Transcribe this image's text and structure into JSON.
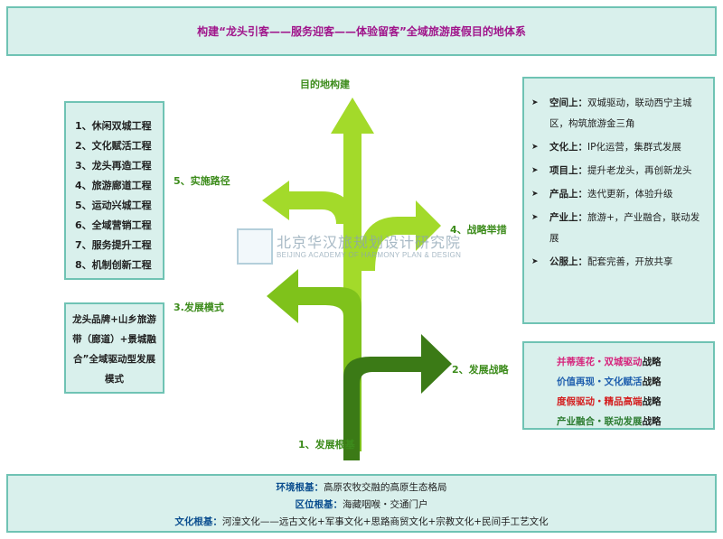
{
  "title": "构建“龙头引客——服务迎客——体验留客”全域旅游度假目的地体系",
  "projects": [
    "1、休闲双城工程",
    "2、文化赋活工程",
    "3、龙头再造工程",
    "4、旅游廊道工程",
    "5、运动兴城工程",
    "6、全域营销工程",
    "7、服务提升工程",
    "8、机制创新工程"
  ],
  "development_mode": "龙头品牌+山乡旅游带（廊道）+景城融合”全域驱动型发展模式",
  "measures": [
    {
      "label": "空间上：",
      "text": "双城驱动，联动西宁主城区，构筑旅游金三角"
    },
    {
      "label": "文化上：",
      "text": "IP化运营，集群式发展"
    },
    {
      "label": "项目上：",
      "text": "提升老龙头，再创新龙头"
    },
    {
      "label": "产品上：",
      "text": "迭代更新，体验升级"
    },
    {
      "label": "产业上：",
      "text": "旅游+，产业融合，联动发展"
    },
    {
      "label": "公服上：",
      "text": "配套完善，开放共享"
    }
  ],
  "strategies": [
    {
      "highlight": "并蒂莲花・双城驱动",
      "suffix": "战略",
      "color": "#d6267d"
    },
    {
      "highlight": "价值再现・文化赋活",
      "suffix": "战略",
      "color": "#1f5fae"
    },
    {
      "highlight": "度假驱动・精品高端",
      "suffix": "战略",
      "color": "#d42020"
    },
    {
      "highlight": "产业融合・联动发展",
      "suffix": "战略",
      "color": "#2e7d32"
    }
  ],
  "foundations": [
    {
      "label": "环境根基：",
      "text": "高原农牧交融的高原生态格局"
    },
    {
      "label": "区位根基：",
      "text": "海藏咽喉・交通门户"
    },
    {
      "label": "文化根基：",
      "text": "河湟文化——远古文化+军事文化+思路商贸文化+宗教文化+民间手工艺文化"
    }
  ],
  "captions": {
    "destination": "目的地构建",
    "path": "5、实施路径",
    "measures": "4、战略举措",
    "mode": "3.发展模式",
    "strategy": "2、发展战略",
    "foundation": "1、发展根基"
  },
  "watermark": {
    "cn": "北京华汉旅规划设计研究院",
    "en": "BEIJING ACADEMY OF HARMONY PLAN & DESIGN"
  },
  "colors": {
    "panel_fill": "#d9f0ec",
    "panel_border": "#6fc3b4",
    "title_text": "#a0158b",
    "caption_green": "#3d8c1c",
    "arrow_light": "#a3da2a",
    "arrow_mid": "#7fc21b",
    "arrow_dark": "#3b7a16",
    "foundation_label": "#0b4e8f"
  }
}
